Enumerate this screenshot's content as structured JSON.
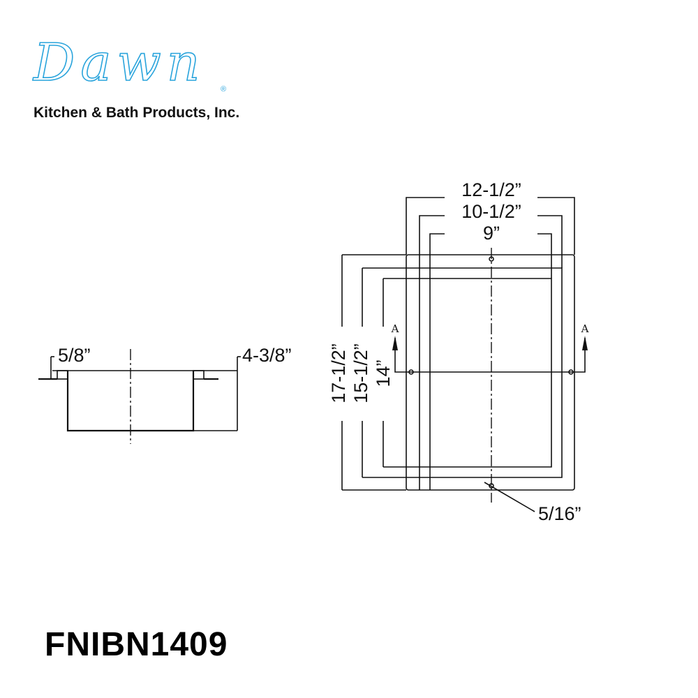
{
  "logo": {
    "brand": "Dawn",
    "registered_mark": "®",
    "company": "Kitchen & Bath Products, Inc."
  },
  "model": "FNIBN1409",
  "side_view": {
    "flange_height": "5/8”",
    "depth": "4-3/8”"
  },
  "front_view": {
    "outer_width": "12-1/2”",
    "middle_width": "10-1/2”",
    "inner_width": "9”",
    "outer_height": "17-1/2”",
    "middle_height": "15-1/2”",
    "inner_height": "14”",
    "hole_diameter": "5/16”",
    "section_label_left": "A",
    "section_label_right": "A"
  },
  "colors": {
    "brand": "#2aa4dc",
    "line": "#111111"
  }
}
